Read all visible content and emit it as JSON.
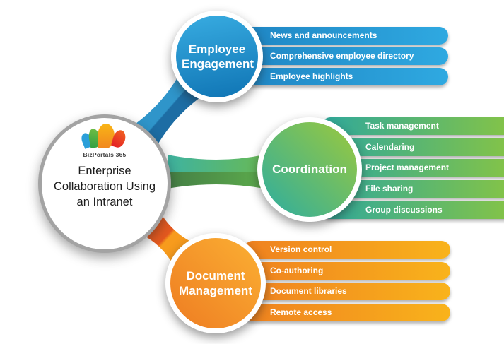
{
  "center_node": {
    "logo_text": "BizPortals 365",
    "title": "Enterprise Collaboration Using an Intranet"
  },
  "branches": [
    {
      "id": "employee-engagement",
      "label": "Employee Engagement",
      "colors": {
        "circle_light": "#38ace1",
        "circle_dark": "#0f74b4",
        "pill_start": "#1f86c4",
        "pill_end": "#2fa9e1"
      },
      "items": [
        "News and announcements",
        "Comprehensive employee directory",
        "Employee highlights"
      ]
    },
    {
      "id": "coordination",
      "label": "Coordination",
      "colors": {
        "circle_light": "#9cc93c",
        "circle_dark": "#2dada0",
        "pill_start": "#2fa89b",
        "pill_end": "#8cc63f"
      },
      "items": [
        "Task management",
        "Calendaring",
        "Project management",
        "File sharing",
        "Group discussions"
      ]
    },
    {
      "id": "document-management",
      "label": "Document Management",
      "colors": {
        "circle_light": "#fbb033",
        "circle_dark": "#ee7c22",
        "pill_start": "#ef8120",
        "pill_end": "#f9b31b"
      },
      "items": [
        "Version control",
        "Co-authoring",
        "Document libraries",
        "Remote access"
      ]
    }
  ]
}
